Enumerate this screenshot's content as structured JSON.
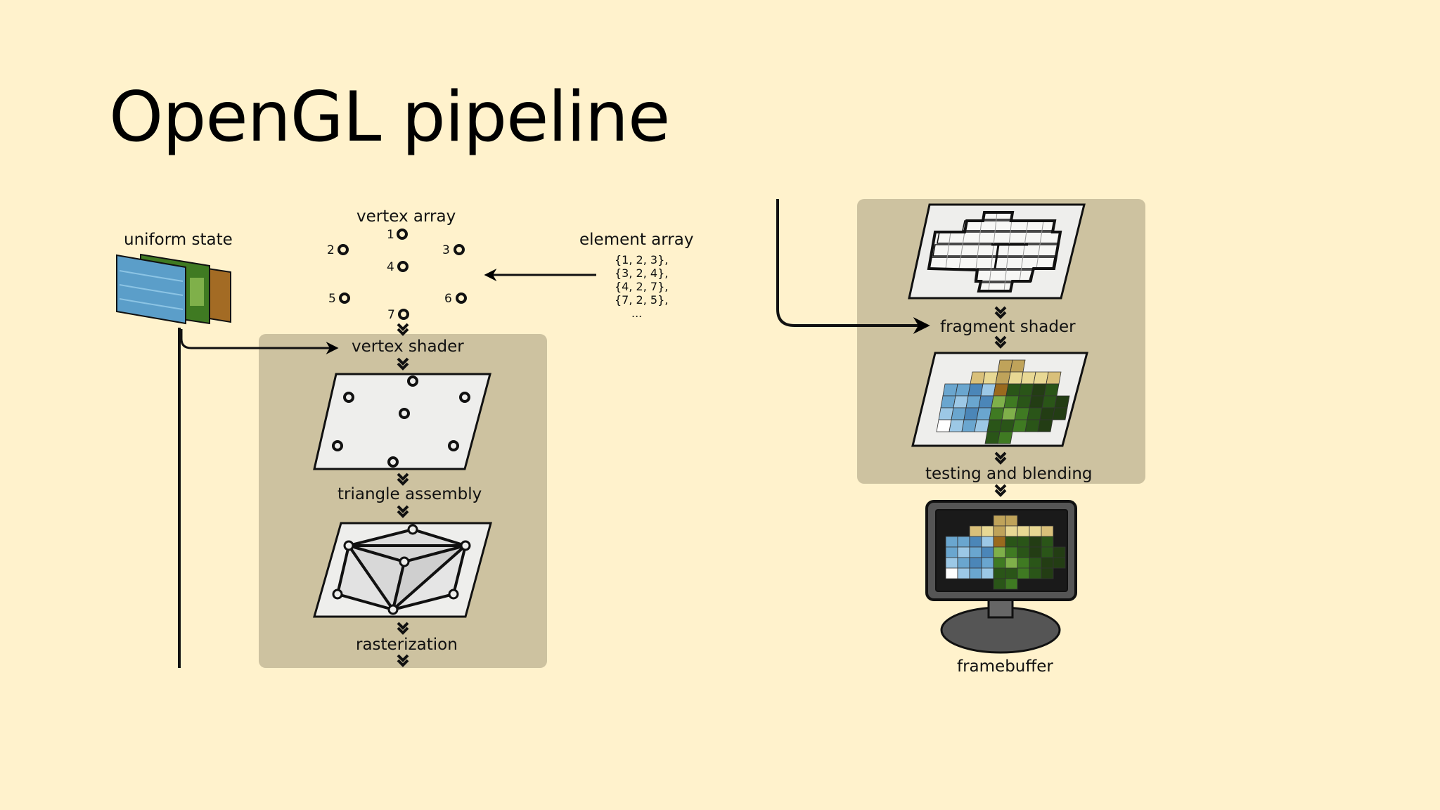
{
  "slide": {
    "title": "OpenGL pipeline"
  },
  "labels": {
    "uniform_state": "uniform state",
    "vertex_array": "vertex array",
    "element_array": "element array",
    "vertex_shader": "vertex shader",
    "triangle_assembly": "triangle assembly",
    "rasterization": "rasterization",
    "fragment_shader": "fragment shader",
    "testing_blending": "testing and blending",
    "framebuffer": "framebuffer"
  },
  "vertex_numbers": [
    "1",
    "2",
    "3",
    "4",
    "5",
    "6",
    "7"
  ],
  "element_array_lines": [
    "{1, 2, 3},",
    "{3, 2, 4},",
    "{4, 2, 7},",
    "{7, 2, 5},",
    "..."
  ],
  "colors": {
    "background": "#fff2cc",
    "stage_panel": "#cdc2a0",
    "plane": "#eeeeec"
  }
}
